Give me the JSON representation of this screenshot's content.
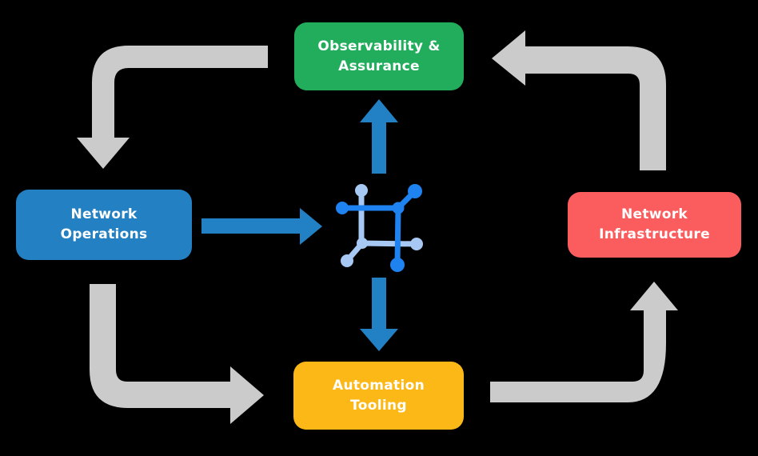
{
  "background": "#000000",
  "colors": {
    "arrow_gray": "#CBCBCB",
    "arrow_blue": "#2181C4",
    "icon_dark_blue": "#1E82F0",
    "icon_light_blue": "#A6C8F3",
    "text": "#FFFFFF",
    "node_green": "#22AD5C",
    "node_blue": "#2380C3",
    "node_red": "#FB5D5E",
    "node_yellow": "#FCB817"
  },
  "diagram": {
    "nodes": {
      "observability": {
        "line1": "Observability &",
        "line2": "Assurance",
        "color": "#22AD5C"
      },
      "operations": {
        "line1": "Network",
        "line2": "Operations",
        "color": "#2380C3"
      },
      "infrastructure": {
        "line1": "Network",
        "line2": "Infrastructure",
        "color": "#FB5D5E"
      },
      "automation": {
        "line1": "Automation",
        "line2": "Tooling",
        "color": "#FCB817"
      }
    },
    "center_icon": "network-mesh-icon",
    "edges": [
      {
        "from": "observability",
        "to": "operations",
        "style": "gray-elbow"
      },
      {
        "from": "operations",
        "to": "automation",
        "style": "gray-elbow"
      },
      {
        "from": "automation",
        "to": "infrastructure",
        "style": "gray-elbow"
      },
      {
        "from": "infrastructure",
        "to": "observability",
        "style": "gray-elbow"
      },
      {
        "from": "operations",
        "to": "center",
        "style": "blue-straight"
      },
      {
        "from": "center",
        "to": "observability",
        "style": "blue-straight"
      },
      {
        "from": "center",
        "to": "automation",
        "style": "blue-straight"
      }
    ]
  }
}
